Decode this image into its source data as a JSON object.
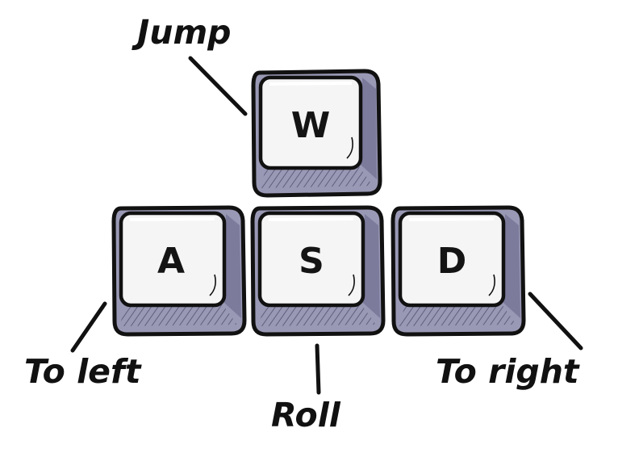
{
  "colors": {
    "outline": "#111111",
    "key_top": "#fbfbfb",
    "key_face": "#f1f1f3",
    "key_side": "#9a99b5",
    "key_side_dark": "#5e5d7c"
  },
  "keys": {
    "w": {
      "letter": "W",
      "action": "Jump"
    },
    "a": {
      "letter": "A",
      "action": "To left"
    },
    "s": {
      "letter": "S",
      "action": "Roll"
    },
    "d": {
      "letter": "D",
      "action": "To right"
    }
  }
}
